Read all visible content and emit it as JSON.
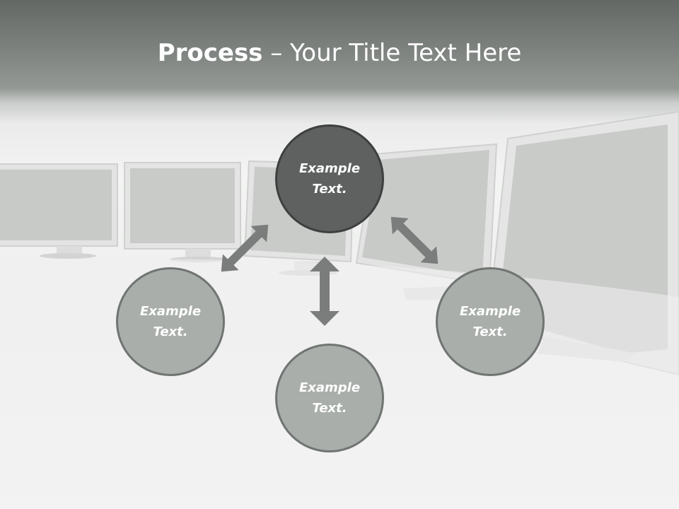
{
  "title": {
    "strong": "Process",
    "rest": " – Your Title Text Here"
  },
  "nodes": {
    "top": {
      "line1": "Example",
      "line2": "Text."
    },
    "left": {
      "line1": "Example",
      "line2": "Text."
    },
    "right": {
      "line1": "Example",
      "line2": "Text."
    },
    "bottom": {
      "line1": "Example",
      "line2": "Text."
    }
  },
  "colors": {
    "header_dark": "#636865",
    "node_fill": "#a9aeaa",
    "node_top_fill": "#5e615f",
    "arrow": "#7a7d7b"
  }
}
